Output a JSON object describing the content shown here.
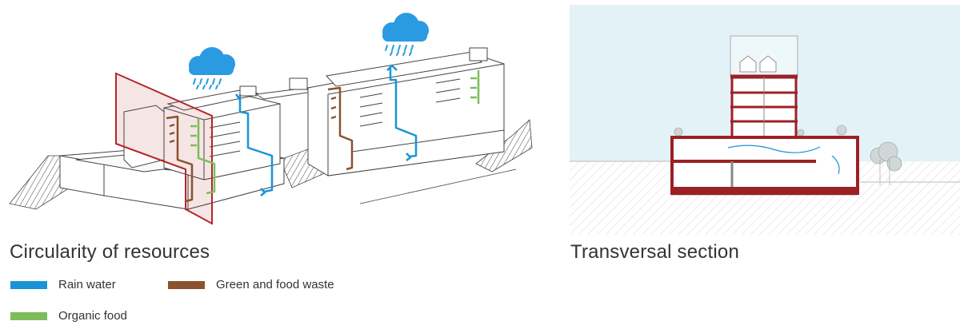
{
  "left": {
    "title": "Circularity of resources",
    "legend": [
      {
        "label": "Rain water",
        "color": "#1a94d6"
      },
      {
        "label": "Green and food waste",
        "color": "#8a5230"
      },
      {
        "label": "Organic food",
        "color": "#7cbd5a"
      }
    ]
  },
  "right": {
    "title": "Transversal section"
  },
  "colors": {
    "rain": "#1a94d6",
    "waste": "#8a5230",
    "food": "#7cbd5a",
    "frame": "#b3282d",
    "cloud": "#2a9be0",
    "sky": "#e3f2f7",
    "section_red": "#9c2025"
  }
}
